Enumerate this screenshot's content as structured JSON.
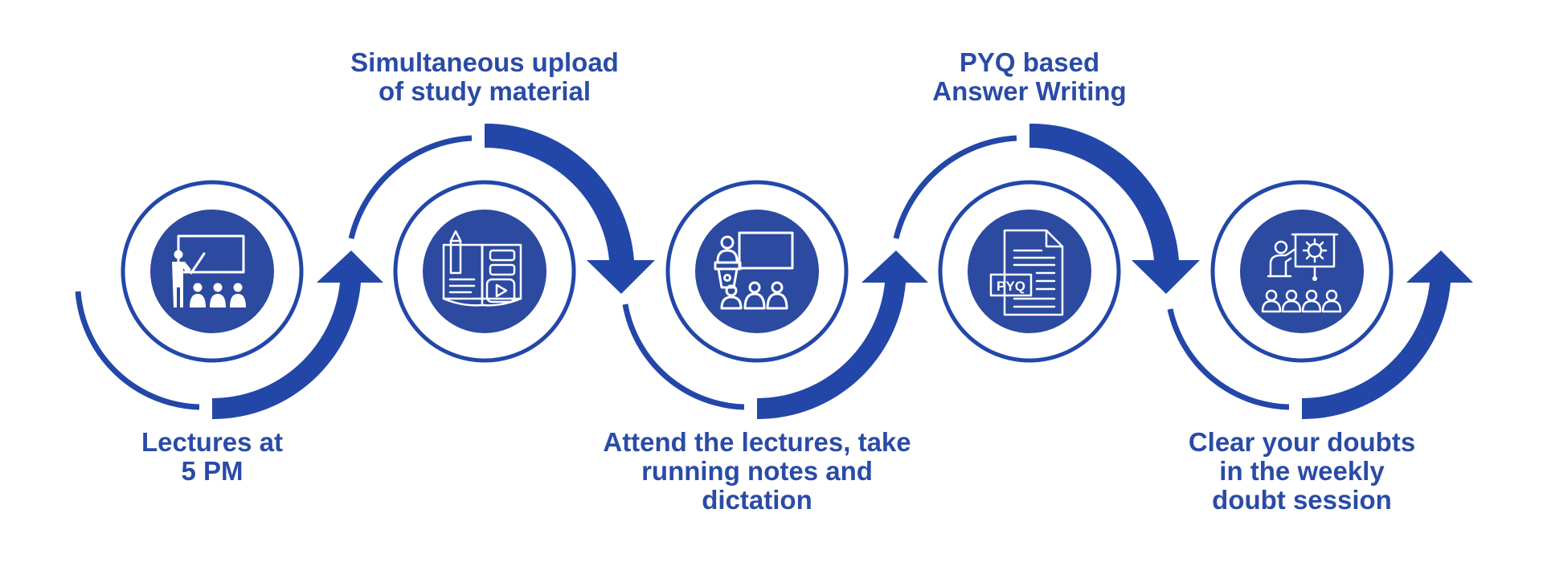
{
  "colors": {
    "primary": "#2347a8",
    "circle_fill": "#2b4aa0",
    "text": "#2a4ba6",
    "background": "#ffffff",
    "icon": "#ffffff"
  },
  "steps": [
    {
      "label_lines": [
        "Lectures at",
        "5 PM"
      ],
      "icon": "teacher-whiteboard-icon"
    },
    {
      "label_lines": [
        "Simultaneous upload",
        "of study material"
      ],
      "icon": "study-material-icon"
    },
    {
      "label_lines": [
        "Attend the lectures, take",
        "running notes and",
        "dictation"
      ],
      "icon": "lecture-podium-icon"
    },
    {
      "label_lines": [
        "PYQ based",
        "Answer Writing"
      ],
      "icon": "pyq-document-icon",
      "icon_text": "PYQ"
    },
    {
      "label_lines": [
        "Clear your doubts",
        "in the weekly",
        "doubt session"
      ],
      "icon": "doubt-session-icon"
    }
  ]
}
